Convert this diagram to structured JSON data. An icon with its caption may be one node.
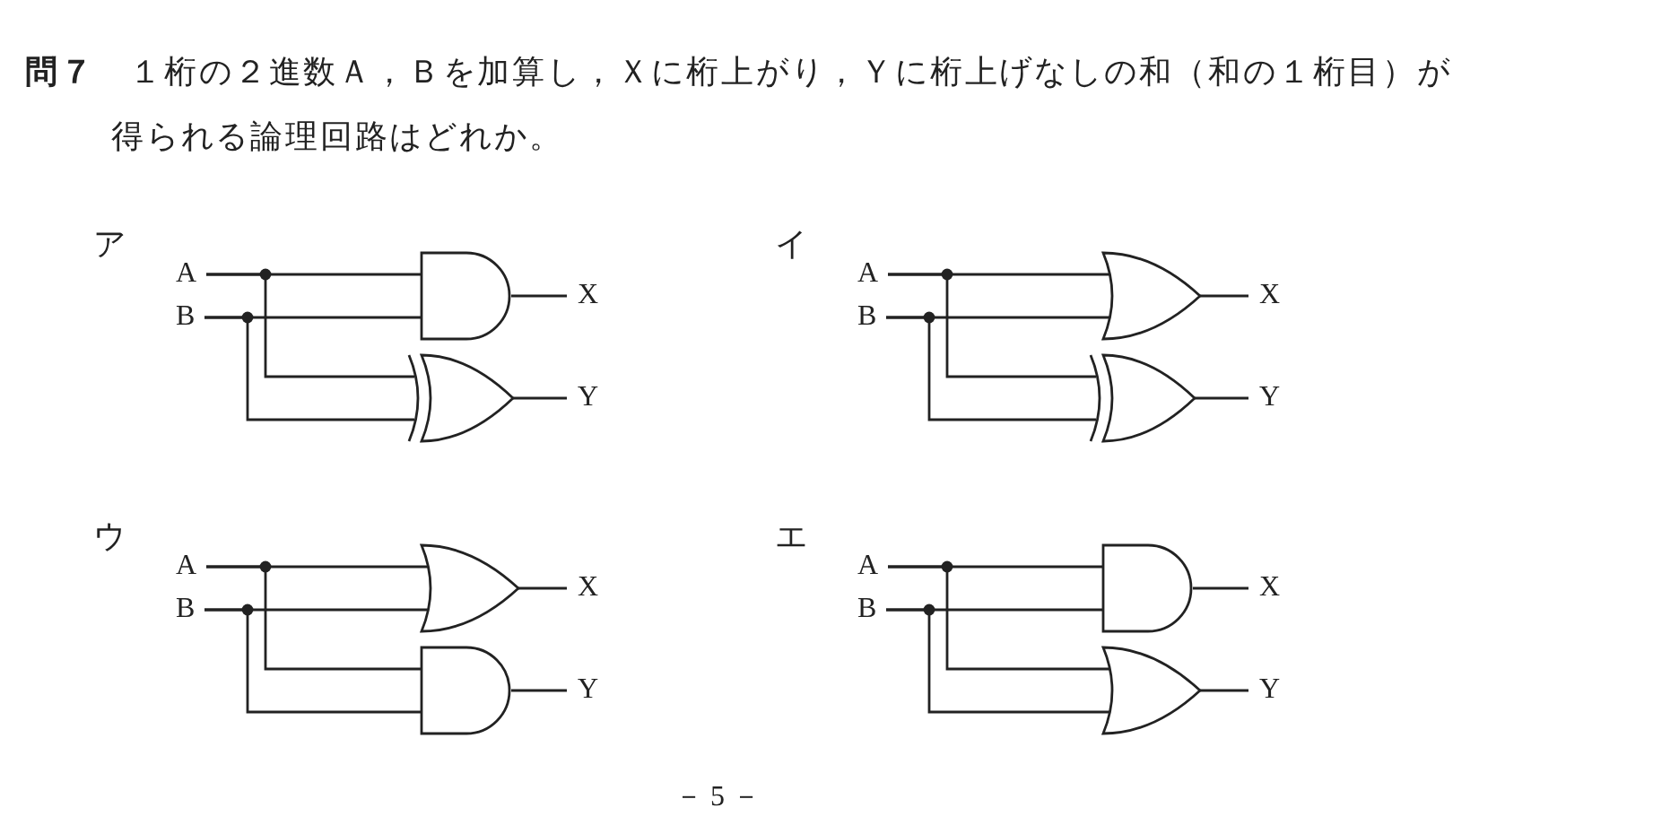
{
  "diagram": {
    "title": "**問７**　１桁の２進数Ａ，Ｂを加算し，Ｘに桁上がり，Ｙに桁上げなしの和（和の１桁目）が得られる論理回路はどれか。",
    "nodes": [
      {
        "text": [
          "A"
        ]
      },
      {
        "text": [
          "B"
        ]
      },
      {
        "text": [],
        "shape": "and"
      },
      {
        "text": [
          "X"
        ]
      },
      {
        "text": [],
        "shape": "xor"
      },
      {
        "text": [
          "Y"
        ]
      },
      {
        "text": [
          "A"
        ]
      },
      {
        "text": [
          "B"
        ]
      },
      {
        "text": [],
        "shape": "or"
      },
      {
        "text": [
          "X"
        ]
      },
      {
        "text": [],
        "shape": "xor"
      },
      {
        "text": [
          "Y"
        ]
      },
      {
        "text": [
          "A"
        ]
      },
      {
        "text": [
          "B"
        ]
      },
      {
        "text": [],
        "shape": "or"
      },
      {
        "text": [
          "X"
        ]
      },
      {
        "text": [],
        "shape": "and"
      },
      {
        "text": [
          "Y"
        ]
      },
      {
        "text": [
          "A"
        ]
      },
      {
        "text": [
          "B"
        ]
      },
      {
        "text": [],
        "shape": "and"
      },
      {
        "text": [
          "X"
        ]
      },
      {
        "text": [],
        "shape": "or"
      },
      {
        "text": [
          "Y"
        ]
      }
    ],
    "edges": [
      {
        "from": 0,
        "to": 2,
        "arrow": "none"
      },
      {
        "from": 1,
        "to": 2,
        "arrow": "none"
      },
      {
        "from": 0,
        "to": 4,
        "arrow": "none"
      },
      {
        "from": 1,
        "to": 4,
        "arrow": "none"
      },
      {
        "from": 2,
        "to": 3,
        "arrow": "none"
      },
      {
        "from": 4,
        "to": 5,
        "arrow": "none"
      },
      {
        "from": 6,
        "to": 8,
        "arrow": "none"
      },
      {
        "from": 7,
        "to": 8,
        "arrow": "none"
      },
      {
        "from": 6,
        "to": 10,
        "arrow": "none"
      },
      {
        "from": 7,
        "to": 10,
        "arrow": "none"
      },
      {
        "from": 8,
        "to": 9,
        "arrow": "none"
      },
      {
        "from": 10,
        "to": 11,
        "arrow": "none"
      },
      {
        "from": 12,
        "to": 14,
        "arrow": "none"
      },
      {
        "from": 13,
        "to": 14,
        "arrow": "none"
      },
      {
        "from": 12,
        "to": 16,
        "arrow": "none"
      },
      {
        "from": 13,
        "to": 16,
        "arrow": "none"
      },
      {
        "from": 14,
        "to": 15,
        "arrow": "none"
      },
      {
        "from": 16,
        "to": 17,
        "arrow": "none"
      },
      {
        "from": 18,
        "to": 20,
        "arrow": "none"
      },
      {
        "from": 19,
        "to": 20,
        "arrow": "none"
      },
      {
        "from": 18,
        "to": 22,
        "arrow": "none"
      },
      {
        "from": 19,
        "to": 22,
        "arrow": "none"
      },
      {
        "from": 20,
        "to": 21,
        "arrow": "none"
      },
      {
        "from": 22,
        "to": 23,
        "arrow": "none"
      }
    ],
    "labels": [
      "ア",
      "イ",
      "ウ",
      "エ",
      "－ 5 －"
    ]
  }
}
